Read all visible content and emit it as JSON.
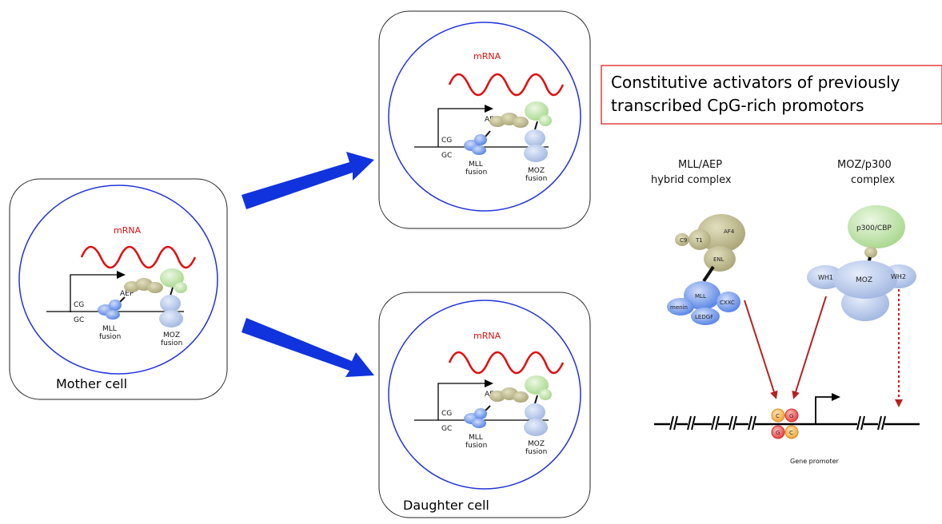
{
  "cells": {
    "mother": {
      "caption": "Mother cell",
      "mrna": "mRNA",
      "aep": "AEP",
      "cg": "CG",
      "gc": "GC",
      "mll_fusion_1": "MLL",
      "mll_fusion_2": "fusion",
      "moz_fusion_1": "MOZ",
      "moz_fusion_2": "fusion"
    },
    "daughter_top": {
      "mrna": "mRNA",
      "aep": "AEP",
      "cg": "CG",
      "gc": "GC",
      "mll_fusion_1": "MLL",
      "mll_fusion_2": "fusion",
      "moz_fusion_1": "MOZ",
      "moz_fusion_2": "fusion"
    },
    "daughter_bottom": {
      "caption": "Daughter cell",
      "mrna": "mRNA",
      "aep": "AEP",
      "cg": "CG",
      "gc": "GC",
      "mll_fusion_1": "MLL",
      "mll_fusion_2": "fusion",
      "moz_fusion_1": "MOZ",
      "moz_fusion_2": "fusion"
    }
  },
  "title_box": {
    "line1": "Constitutive activators of previously",
    "line2": "transcribed CpG-rich promotors"
  },
  "mll_complex": {
    "heading1": "MLL/AEP",
    "heading2": "hybrid complex",
    "c9": "C9",
    "t1": "T1",
    "af4": "AF4",
    "enl": "ENL",
    "mll": "MLL",
    "cxxc": "CXXC",
    "menin": "menin",
    "ledgf": "LEDGF"
  },
  "moz_complex": {
    "heading1": "MOZ/p300",
    "heading2": "complex",
    "p300": "p300/CBP",
    "wh1": "WH1",
    "moz": "MOZ",
    "wh2": "WH2"
  },
  "promoter": {
    "caption": "Gene promoter",
    "c1": "C",
    "g1": "G",
    "g2": "G",
    "c2": "C"
  },
  "colors": {
    "nucleus_border": "#2233dd",
    "arrow_blue": "#1133dd",
    "mrna_red": "#e01010",
    "arrow_red": "#b82020",
    "title_border": "#e02020",
    "aep_olive": "#b8b58a",
    "mll_blue": "#7aa0ee",
    "moz_lightblue": "#b4c6ea",
    "p300_green": "#b8e0a0"
  }
}
